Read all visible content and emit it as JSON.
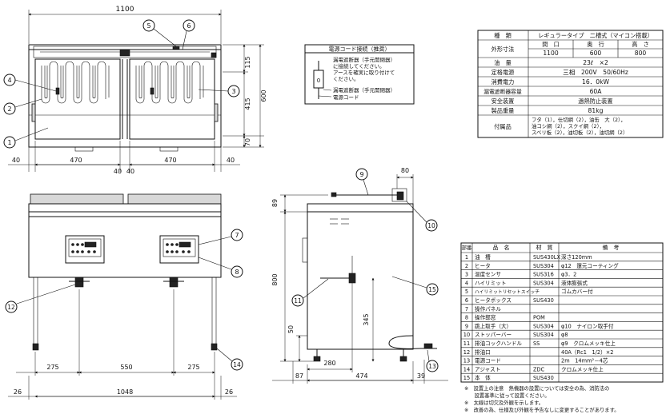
{
  "dims": {
    "top_width": "1100",
    "side_left": "40",
    "side_right": "40",
    "tank1": "470",
    "tank2": "470",
    "mid": "40",
    "mid2": "40",
    "d115": "115",
    "d415": "415",
    "d600": "600",
    "d70": "70",
    "f275a": "275",
    "f550": "550",
    "f275b": "275",
    "f26a": "26",
    "f1048": "1048",
    "f26b": "26",
    "s80": "80",
    "s89": "89",
    "s800": "800",
    "s345": "345",
    "s50": "50",
    "s280": "280",
    "s87": "87",
    "s474": "474",
    "s39": "39"
  },
  "callouts": [
    "1",
    "2",
    "3",
    "4",
    "5",
    "6",
    "7",
    "8",
    "9",
    "10",
    "11",
    "12",
    "13",
    "14",
    "15"
  ],
  "cord_box": {
    "title": "電源コード接続（推奨）",
    "lines": [
      "漏電遮断器（手元開閉器）",
      "に接続してください。",
      "アースを確実に取り付けて",
      "ください。"
    ],
    "label_breaker": "漏電遮断器（手元開閉器）",
    "label_cord": "電源コード",
    "box_char": "0"
  },
  "spec": {
    "rows": [
      {
        "label": "種　類",
        "value": "レギュラータイプ　二槽式（マイコン搭載）"
      },
      {
        "label": "外形寸法",
        "subheads": [
          "間　口",
          "奥　行",
          "高　さ"
        ],
        "subvalues": [
          "1100",
          "600",
          "800"
        ]
      },
      {
        "label": "油　量",
        "value": "23ℓ　×2"
      },
      {
        "label": "定格電源",
        "value": "三相　200V　50/60Hz"
      },
      {
        "label": "消費電力",
        "value": "16．0kW"
      },
      {
        "label": "漏電遮断器容量",
        "value": "60A"
      },
      {
        "label": "安全装置",
        "value": "過熱防止装置"
      },
      {
        "label": "製品重量",
        "value": "81kg"
      },
      {
        "label": "付属品",
        "lines": [
          "フタ（1），仕切網（2），油缶　大（2），",
          "油コシ網（2），スクイ網（2），",
          "スベリ板（2），油切板（2），油切網（2）"
        ]
      }
    ]
  },
  "parts": {
    "headers": [
      "部番",
      "品　名",
      "材　質",
      "備　考"
    ],
    "rows": [
      [
        "1",
        "油　槽",
        "SUS430LX",
        "深さ120mm"
      ],
      [
        "2",
        "ヒータ",
        "SUS304",
        "φ12　還元コーティング"
      ],
      [
        "3",
        "温度センサ",
        "SUS316",
        "φ3．2"
      ],
      [
        "4",
        "ハイリミット",
        "SUS304",
        "液体膨張式"
      ],
      [
        "5",
        "ハイリミットリセットスイッチ",
        "",
        "ゴムカバー付"
      ],
      [
        "6",
        "ヒータボックス",
        "SUS430",
        ""
      ],
      [
        "7",
        "操作パネル",
        "",
        ""
      ],
      [
        "8",
        "操作部窓",
        "POM",
        ""
      ],
      [
        "9",
        "跳上取手（大）",
        "SUS304",
        "φ10　ナイロン取手付"
      ],
      [
        "10",
        "ストッパーバー",
        "SUS304",
        "φ8"
      ],
      [
        "11",
        "排油コックハンドル",
        "SS",
        "φ9　クロムメッキ仕上"
      ],
      [
        "12",
        "排油口",
        "",
        "40A（Rc1　1/2）×2"
      ],
      [
        "13",
        "電源コード",
        "",
        "2m　14mm²－4芯"
      ],
      [
        "14",
        "アジャスト",
        "ZDC",
        "クロムメッキ仕上"
      ],
      [
        "15",
        "本　体",
        "SUS430",
        ""
      ]
    ]
  },
  "notes": [
    "※　設置上の注意　熱機器の設置については安全の為、消防法の",
    "　　設置基準に従って設置ください。",
    "※　太線は切欠及外観を示します。",
    "※　改善の為、仕様及び外観を予告なしに変更することがあります。"
  ]
}
